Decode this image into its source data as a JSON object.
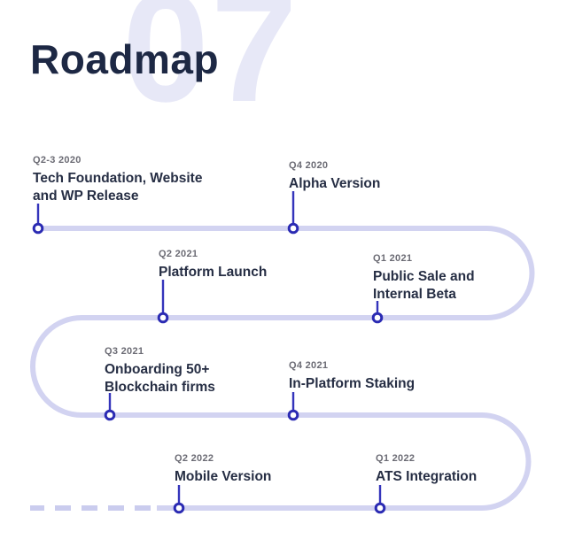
{
  "page": {
    "title": "Roadmap",
    "watermark": "07"
  },
  "milestones": [
    {
      "quarter": "Q2-3 2020",
      "title": "Tech Foundation, Website\nand WP Release"
    },
    {
      "quarter": "Q4 2020",
      "title": "Alpha Version"
    },
    {
      "quarter": "Q2 2021",
      "title": "Platform Launch"
    },
    {
      "quarter": "Q1 2021",
      "title": "Public Sale and\nInternal Beta"
    },
    {
      "quarter": "Q3 2021",
      "title": "Onboarding 50+\nBlockchain firms"
    },
    {
      "quarter": "Q4 2021",
      "title": "In-Platform Staking"
    },
    {
      "quarter": "Q2 2022",
      "title": "Mobile Version"
    },
    {
      "quarter": "Q1 2022",
      "title": "ATS Integration"
    }
  ],
  "colors": {
    "heading": "#1d2844",
    "watermark": "#e7e8f7",
    "track": "#d2d3f1",
    "node_ring": "#2b2bb3",
    "connector": "#3434bb",
    "quarter_label": "#6b6b74",
    "milestone_title": "#262e44"
  }
}
